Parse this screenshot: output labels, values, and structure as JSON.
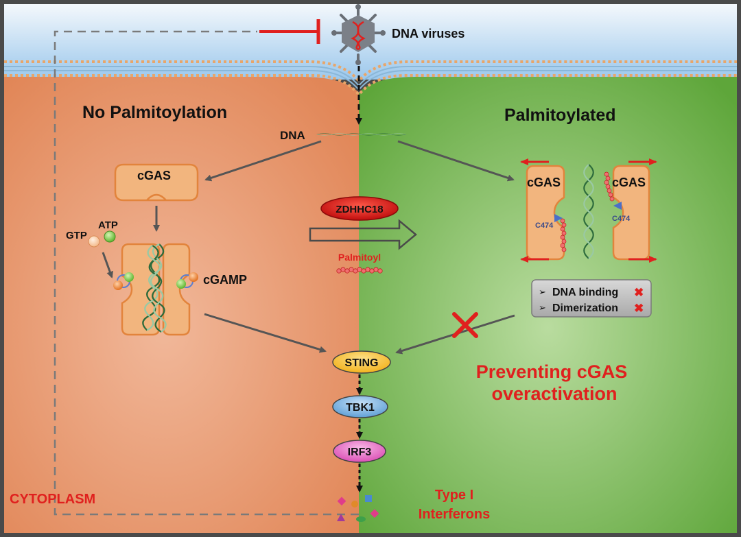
{
  "virus": {
    "label": "DNA viruses"
  },
  "panels": {
    "left_title": "No Palmitoylation",
    "right_title": "Palmitoylated"
  },
  "dna": {
    "label": "DNA"
  },
  "left": {
    "cgas_label": "cGAS",
    "gtp_label": "GTP",
    "atp_label": "ATP",
    "cgamp_label": "cGAMP"
  },
  "middle": {
    "enzyme_label": "ZDHHC18",
    "palmitoyl_label": "Palmitoyl"
  },
  "right": {
    "cgas_left_label": "cGAS",
    "cgas_right_label": "cGAS",
    "residue_left": "C474",
    "residue_right": "C474",
    "effects": [
      "DNA binding",
      "Dimerization"
    ],
    "conclusion_line1": "Preventing cGAS",
    "conclusion_line2": "overactivation"
  },
  "pathway": {
    "sting": "STING",
    "tbk1": "TBK1",
    "irf3": "IRF3",
    "output_line1": "Type I",
    "output_line2": "Interferons"
  },
  "compartment": {
    "label": "CYTOPLASM"
  },
  "colors": {
    "left_bg": "#e99468",
    "right_bg": "#6fb04a",
    "inhibit_red": "#e0201e",
    "cgas_fill": "#f2b57e",
    "cgas_stroke": "#e2843c",
    "sting_fill": "#f6c54a",
    "tbk1_fill": "#7eb3de",
    "irf3_fill": "#ea74c8"
  }
}
